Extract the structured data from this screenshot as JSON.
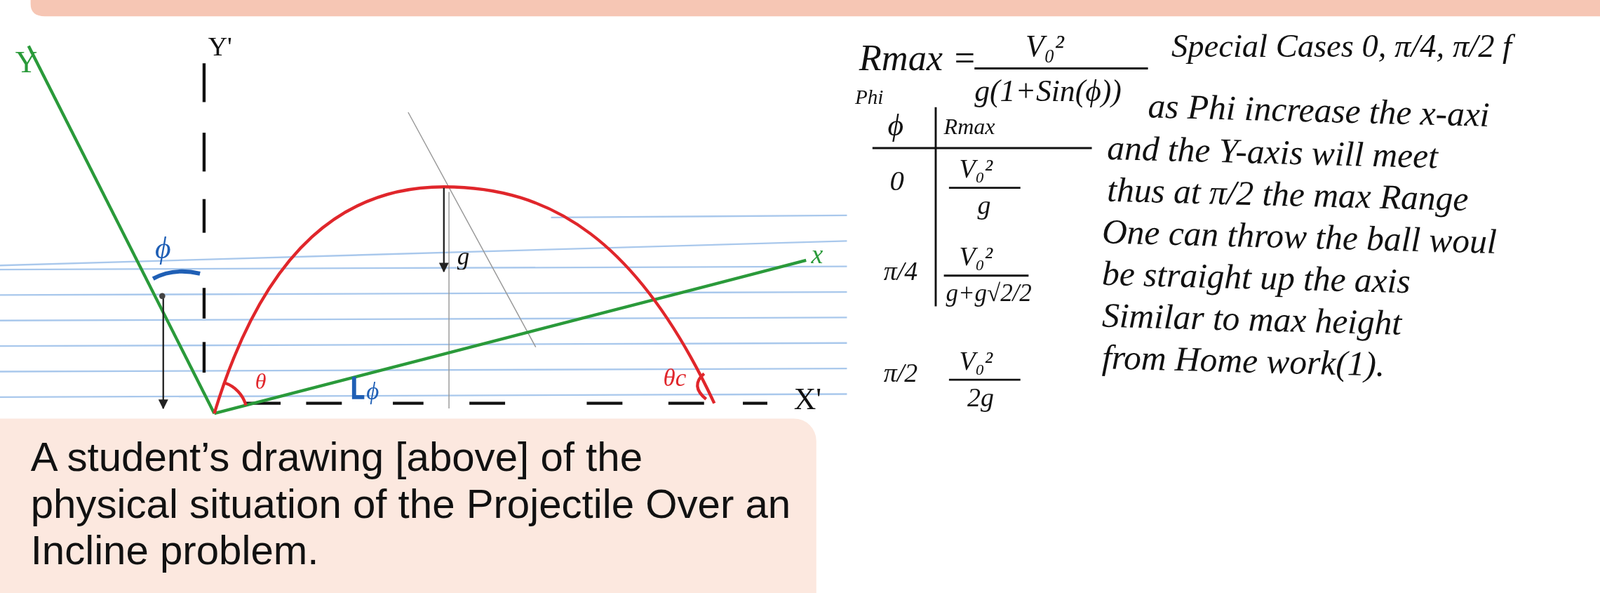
{
  "diagram": {
    "caption": "A student’s drawing [above] of the physical situation of the Projectile Over an Incline problem.",
    "labels": [
      "Y",
      "Y'",
      "ϕ",
      "θ",
      "ϕ",
      "g",
      "x",
      "X'",
      "θc",
      "Rmax =",
      "V₀²",
      "g(1+Sin(ϕ))",
      "Special Cases 0, π/4, π/2 f",
      "Phi",
      "ϕ",
      "Rmax",
      "0",
      "V₀²",
      "g",
      "π/4",
      "V₀²",
      "g+g√2/2",
      "π/2",
      "V₀²",
      "2g",
      "as Phi increase the x-axi",
      "and the Y-axis will meet",
      "thus at π/2 the max Range",
      "One can throw the ball woul",
      "be straight up the axis",
      "Similar to max height",
      "from Home work(1)."
    ]
  }
}
